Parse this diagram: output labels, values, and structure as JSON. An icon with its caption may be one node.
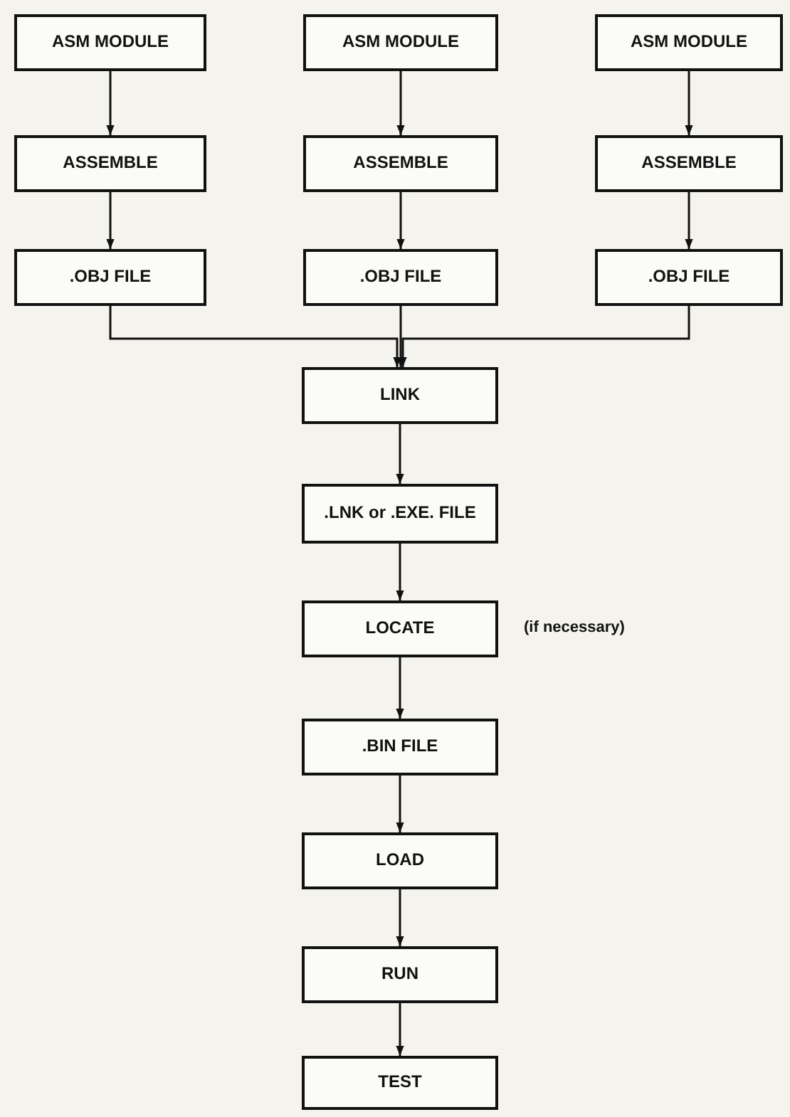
{
  "diagram": {
    "nodes": [
      {
        "text": [
          "ASM MODULE"
        ]
      },
      {
        "text": [
          "ASM MODULE"
        ]
      },
      {
        "text": [
          "ASM MODULE"
        ]
      },
      {
        "text": [
          "ASSEMBLE"
        ]
      },
      {
        "text": [
          "ASSEMBLE"
        ]
      },
      {
        "text": [
          "ASSEMBLE"
        ]
      },
      {
        "text": [
          ".OBJ FILE"
        ]
      },
      {
        "text": [
          ".OBJ FILE"
        ]
      },
      {
        "text": [
          ".OBJ FILE"
        ]
      },
      {
        "text": [
          "LINK"
        ]
      },
      {
        "text": [
          ".LNK or .EXE. FILE"
        ]
      },
      {
        "text": [
          "LOCATE"
        ],
        "beside": [
          "(if necessary)"
        ]
      },
      {
        "text": [
          ".BIN FILE"
        ]
      },
      {
        "text": [
          "LOAD"
        ]
      },
      {
        "text": [
          "RUN"
        ]
      },
      {
        "text": [
          "TEST"
        ]
      }
    ],
    "edges": [
      {
        "from": 0,
        "to": 3,
        "arrow": "to"
      },
      {
        "from": 3,
        "to": 6,
        "arrow": "to"
      },
      {
        "from": 1,
        "to": 4,
        "arrow": "to"
      },
      {
        "from": 4,
        "to": 7,
        "arrow": "to"
      },
      {
        "from": 2,
        "to": 5,
        "arrow": "to"
      },
      {
        "from": 5,
        "to": 8,
        "arrow": "to"
      },
      {
        "from": 6,
        "to": 9,
        "arrow": "to"
      },
      {
        "from": 7,
        "to": 9,
        "arrow": "to"
      },
      {
        "from": 8,
        "to": 9,
        "arrow": "to"
      },
      {
        "from": 9,
        "to": 10,
        "arrow": "to"
      },
      {
        "from": 10,
        "to": 11,
        "arrow": "to"
      },
      {
        "from": 11,
        "to": 12,
        "arrow": "to"
      },
      {
        "from": 12,
        "to": 13,
        "arrow": "to"
      },
      {
        "from": 13,
        "to": 14,
        "arrow": "to"
      },
      {
        "from": 14,
        "to": 15,
        "arrow": "to"
      }
    ]
  }
}
